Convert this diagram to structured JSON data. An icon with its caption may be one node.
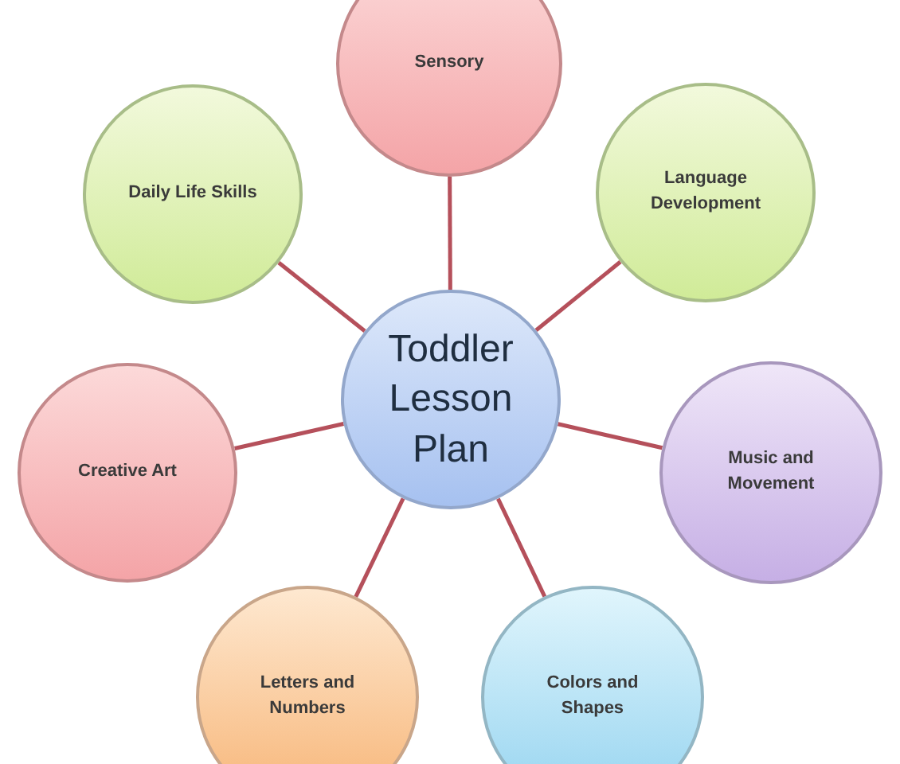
{
  "diagram": {
    "nodes": [
      {
        "text": [
          "Sensory"
        ]
      },
      {
        "text": [
          "Daily Life Skills"
        ]
      },
      {
        "text": [
          "Language Development"
        ]
      },
      {
        "text": [
          "Toddler Lesson Plan"
        ]
      },
      {
        "text": [
          "Creative Art"
        ]
      },
      {
        "text": [
          "Music and Movement"
        ]
      },
      {
        "text": [
          "Letters and Numbers"
        ]
      },
      {
        "text": [
          "Colors and Shapes"
        ]
      }
    ],
    "edges": [
      {
        "from": 3,
        "to": 0,
        "arrow": "none"
      },
      {
        "from": 3,
        "to": 1,
        "arrow": "none"
      },
      {
        "from": 3,
        "to": 2,
        "arrow": "none"
      },
      {
        "from": 3,
        "to": 4,
        "arrow": "none"
      },
      {
        "from": 3,
        "to": 5,
        "arrow": "none"
      },
      {
        "from": 3,
        "to": 6,
        "arrow": "none"
      },
      {
        "from": 3,
        "to": 7,
        "arrow": "none"
      }
    ]
  }
}
